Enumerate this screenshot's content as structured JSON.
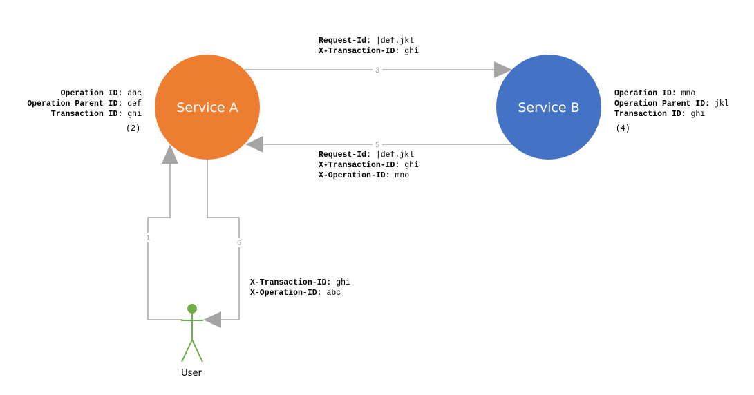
{
  "nodes": {
    "service_a": {
      "label": "Service A",
      "color": "#ED7D31"
    },
    "service_b": {
      "label": "Service B",
      "color": "#4472C4"
    },
    "user": {
      "label": "User",
      "color": "#70AD47"
    }
  },
  "service_a_info": {
    "lines": [
      {
        "key": "Operation ID:",
        "value": "abc"
      },
      {
        "key": "Operation Parent ID:",
        "value": "def"
      },
      {
        "key": "Transaction ID:",
        "value": "ghi"
      }
    ],
    "step": "(2)"
  },
  "service_b_info": {
    "lines": [
      {
        "key": "Operation ID:",
        "value": "mno"
      },
      {
        "key": "Operation Parent ID:",
        "value": "jkl"
      },
      {
        "key": "Transaction ID:",
        "value": "ghi"
      }
    ],
    "step": "(4)"
  },
  "edges": {
    "e1": {
      "label": "1",
      "headers": []
    },
    "e3": {
      "label": "3",
      "headers": [
        {
          "key": "Request-Id:",
          "value": "|def.jkl"
        },
        {
          "key": "X-Transaction-ID:",
          "value": "ghi"
        }
      ]
    },
    "e5": {
      "label": "5",
      "headers": [
        {
          "key": "Request-Id:",
          "value": "|def.jkl"
        },
        {
          "key": "X-Transaction-ID:",
          "value": "ghi"
        },
        {
          "key": "X-Operation-ID:",
          "value": "mno"
        }
      ]
    },
    "e6": {
      "label": "6",
      "headers": [
        {
          "key": "X-Transaction-ID:",
          "value": "ghi"
        },
        {
          "key": "X-Operation-ID:",
          "value": "abc"
        }
      ]
    }
  },
  "colors": {
    "edge": "#A5A5A5"
  }
}
